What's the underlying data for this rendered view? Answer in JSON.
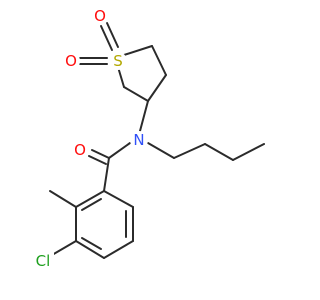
{
  "molecule": {
    "atoms": [
      {
        "id": "O1",
        "symbol": "O",
        "color": "#ff0d0d"
      },
      {
        "id": "O2",
        "symbol": "O",
        "color": "#ff0d0d"
      },
      {
        "id": "S",
        "symbol": "S",
        "color": "#b2a800"
      },
      {
        "id": "N",
        "symbol": "N",
        "color": "#3050f8"
      },
      {
        "id": "O3",
        "symbol": "O",
        "color": "#ff0d0d"
      },
      {
        "id": "Cl",
        "symbol": "Cl",
        "color": "#1fa01f"
      }
    ],
    "bond_color": "#2b2b2b"
  }
}
